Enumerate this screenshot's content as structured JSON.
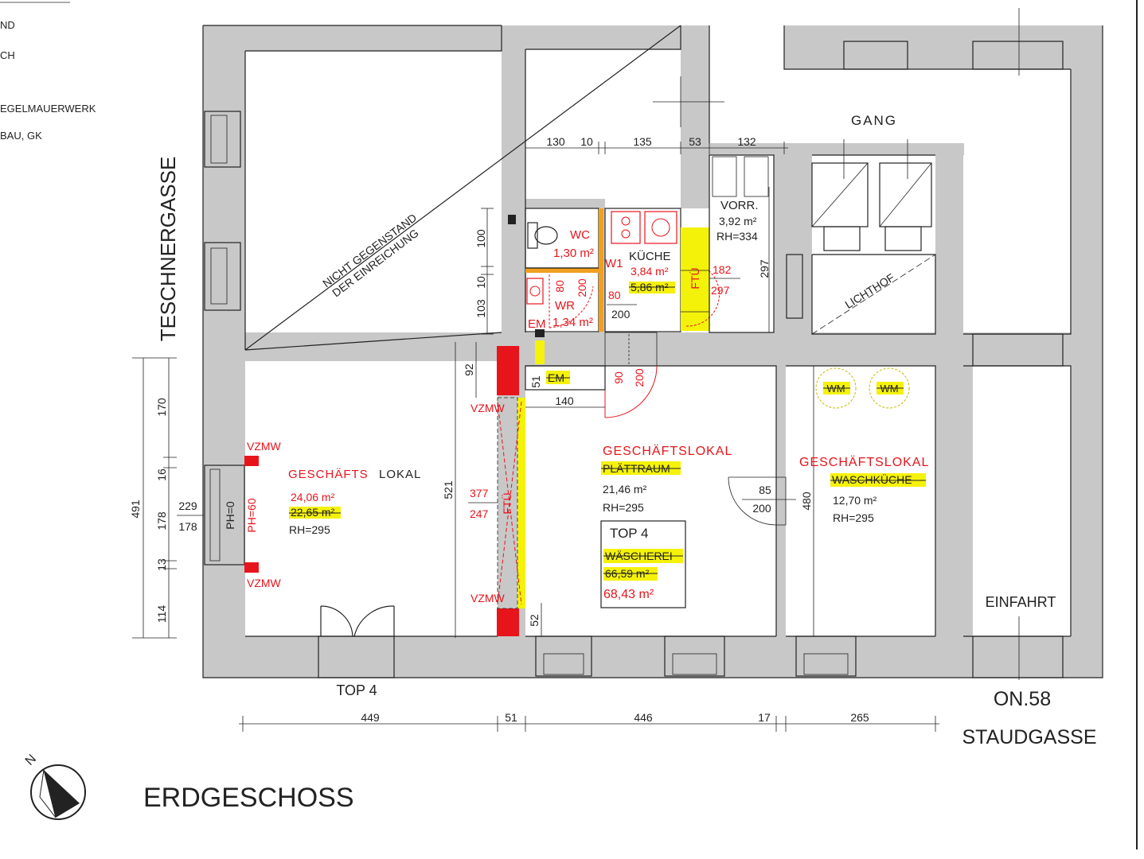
{
  "legend": {
    "items": [
      "ND",
      "CH",
      "EGELMAUERWERK",
      "BAU, GK"
    ]
  },
  "streets": {
    "left": "TESCHNERGASSE",
    "bottom": "STAUDGASSE",
    "number": "ON.58"
  },
  "title": "ERDGESCHOSS",
  "entrance": "TOP 4",
  "diagonal_note": [
    "NICHT GEGENSTAND",
    "DER EINREICHUNG"
  ],
  "rooms": {
    "gang": "GANG",
    "lichthof": "LICHTHOF",
    "einfahrt": "EINFAHRT",
    "vorr": {
      "name": "VORR.",
      "area": "3,92 m²",
      "rh": "RH=334"
    },
    "wc": {
      "name": "WC",
      "area": "1,30 m²"
    },
    "wr": {
      "name": "WR",
      "area": "1,34 m²",
      "em": "EM"
    },
    "kueche": {
      "name": "KÜCHE",
      "area": "3,84 m²",
      "old_area": "5,86 m²",
      "w1": "W1"
    },
    "left_shop": {
      "name_a": "GESCHÄFTS",
      "name_b": "LOKAL",
      "area": "24,06 m²",
      "old_area": "22,65 m²",
      "rh": "RH=295"
    },
    "mid_shop": {
      "name": "GESCHÄFTSLOKAL",
      "old_name": "PLÄTTRAUM",
      "area": "21,46 m²",
      "rh": "RH=295"
    },
    "right_shop": {
      "name": "GESCHÄFTSLOKAL",
      "old_name": "WASCHKÜCHE",
      "area": "12,70 m²",
      "rh": "RH=295"
    },
    "top4": {
      "title": "TOP 4",
      "old_name": "WÄSCHEREI",
      "old_area": "66,59 m²",
      "area": "68,43 m²"
    }
  },
  "fixtures": {
    "vzmw": "VZMW",
    "ftu": "FTÜ",
    "em": "EM",
    "wm": "WM",
    "ph0": "PH=0",
    "ph60": "PH=60"
  },
  "dimensions": {
    "top": [
      "130",
      "10",
      "135",
      "53",
      "132"
    ],
    "bottom": [
      "449",
      "51",
      "446",
      "17",
      "265"
    ],
    "left_total": "491",
    "left_segments": [
      "170",
      "16",
      "178",
      "13",
      "114"
    ],
    "window_229": "229",
    "window_178": "178",
    "wall_height_297": "297",
    "wc_vert": [
      "100",
      "10",
      "103"
    ],
    "wr_door": [
      "80",
      "200"
    ],
    "wr_door2": [
      "80",
      "200"
    ],
    "kueche_door": [
      "182",
      "297"
    ],
    "ftu_door": [
      "377",
      "247"
    ],
    "corridor_door": [
      "90",
      "200"
    ],
    "right_door": [
      "85",
      "200"
    ],
    "d92": "92",
    "d51": "51",
    "d140": "140",
    "d521": "521",
    "d52": "52",
    "d480": "480"
  },
  "colors": {
    "wall": "#c8c8c8",
    "red": "#e8141c",
    "highlight": "#f5f20a"
  },
  "icons": [
    "north-arrow-icon",
    "toilet-icon",
    "stove-icon",
    "sink-icon",
    "washing-machine-icon"
  ]
}
